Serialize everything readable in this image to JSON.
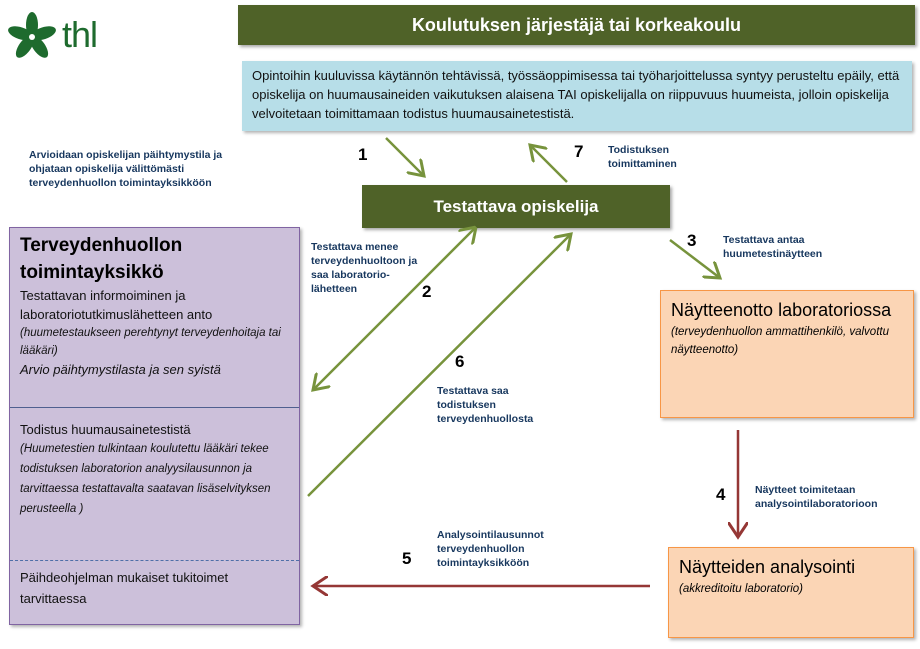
{
  "logo": {
    "text": "thl",
    "color": "#1e6b2e"
  },
  "header": {
    "title": "Koulutuksen järjestäjä tai korkeakoulu"
  },
  "context": {
    "text": "Opintoihin kuuluvissa käytännön tehtävissä, työssäoppimisessa  tai työharjoittelussa  syntyy perusteltu epäily, että opiskelija on huumausaineiden vaikutuksen alaisena TAI opiskelijalla on riippuvuus huumeista, jolloin opiskelija velvoitetaan toimittamaan todistus huumausainetestistä."
  },
  "left_note": "Arvioidaan opiskelijan päihtymystila ja ohjataan opiskelija välittömästi terveydenhuollon  toimintayksikköön",
  "student": {
    "title": "Testattava opiskelija"
  },
  "health_unit": {
    "title": "Terveydenhuollon toimintayksikkö",
    "s1_line1": "Testattavan informoiminen ja laboratoriotutkimuslähetteen anto",
    "s1_italic": "(huumetestaukseen perehtynyt terveydenhoitaja tai lääkäri)",
    "s1_line2": "Arvio päihtymystilasta ja sen syistä",
    "s2_line1": "Todistus huumausainetestistä",
    "s2_italic": "(Huumetestien tulkintaan koulutettu lääkäri tekee todistuksen laboratorion analyysilausunnon ja tarvittaessa testattavalta saatavan lisäselvityksen perusteella )",
    "s3": "Päihdeohjelman mukaiset tukitoimet tarvittaessa"
  },
  "sampling": {
    "title": "Näytteenotto laboratoriossa",
    "italic": "(terveydenhuollon ammattihenkilö, valvottu näytteenotto)"
  },
  "analysis": {
    "title": "Näytteiden analysointi",
    "italic": "(akkreditoitu laboratorio)"
  },
  "steps": [
    {
      "num": "1",
      "label": ""
    },
    {
      "num": "2",
      "label": "Testattava menee terveydenhuoltoon ja saa laboratorio-lähetteen"
    },
    {
      "num": "3",
      "label": "Testattava antaa huumetestinäytteen"
    },
    {
      "num": "4",
      "label": "Näytteet toimitetaan analysointilaboratorioon"
    },
    {
      "num": "5",
      "label": "Analysointilausunnot terveydenhuollon toimintayksikköön"
    },
    {
      "num": "6",
      "label": "Testattava saa todistuksen terveydenhuollosta"
    },
    {
      "num": "7",
      "label": "Todistuksen toimittaminen"
    }
  ],
  "colors": {
    "green": "#4f6228",
    "arrow_green": "#77933c",
    "arrow_red": "#953735",
    "navy": "#17375e"
  }
}
